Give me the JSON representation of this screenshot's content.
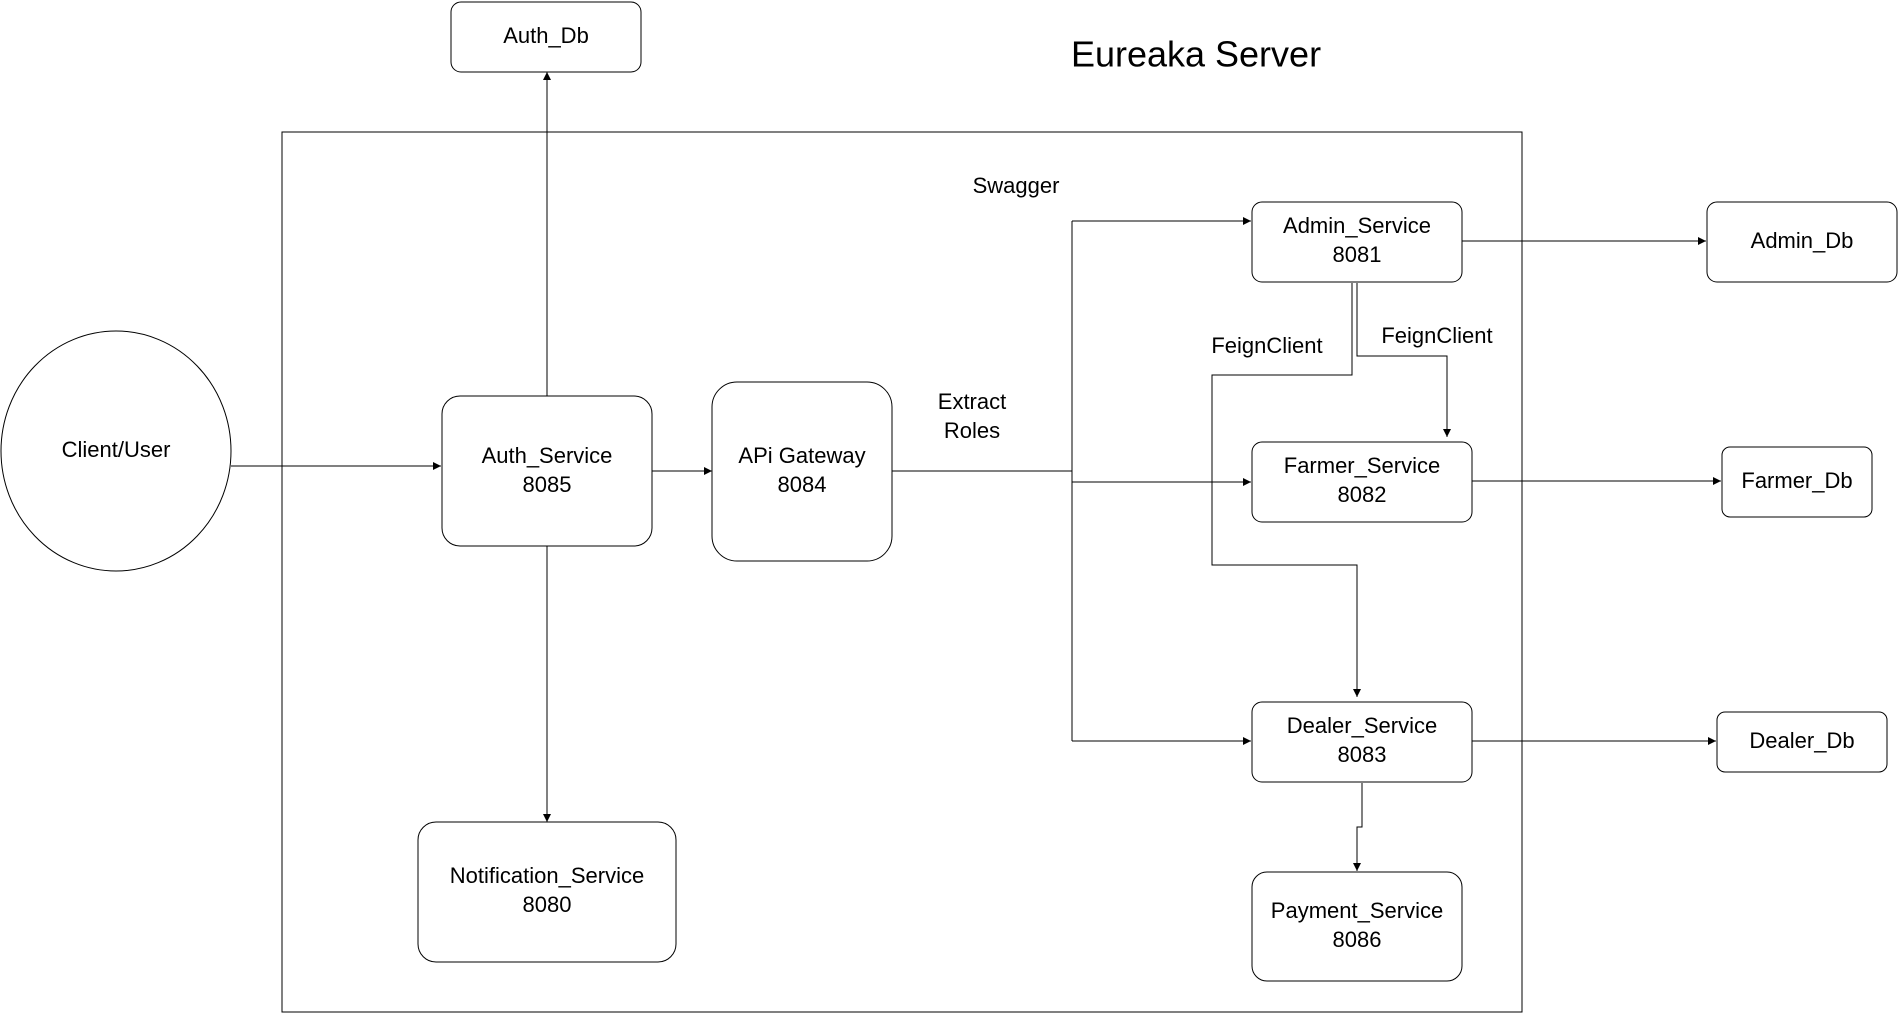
{
  "title": "Eureaka Server",
  "labels": {
    "swagger": "Swagger",
    "extract_line1": "Extract",
    "extract_line2": "Roles",
    "feign_left": "FeignClient",
    "feign_right": "FeignClient"
  },
  "nodes": {
    "client": {
      "name": "Client/User"
    },
    "auth_db": {
      "name": "Auth_Db"
    },
    "auth_service": {
      "name": "Auth_Service",
      "port": "8085"
    },
    "api_gateway": {
      "name": "APi Gateway",
      "port": "8084"
    },
    "notification_service": {
      "name": "Notification_Service",
      "port": "8080"
    },
    "admin_service": {
      "name": "Admin_Service",
      "port": "8081"
    },
    "farmer_service": {
      "name": "Farmer_Service",
      "port": "8082"
    },
    "dealer_service": {
      "name": "Dealer_Service",
      "port": "8083"
    },
    "payment_service": {
      "name": "Payment_Service",
      "port": "8086"
    },
    "admin_db": {
      "name": "Admin_Db"
    },
    "farmer_db": {
      "name": "Farmer_Db"
    },
    "dealer_db": {
      "name": "Dealer_Db"
    }
  }
}
